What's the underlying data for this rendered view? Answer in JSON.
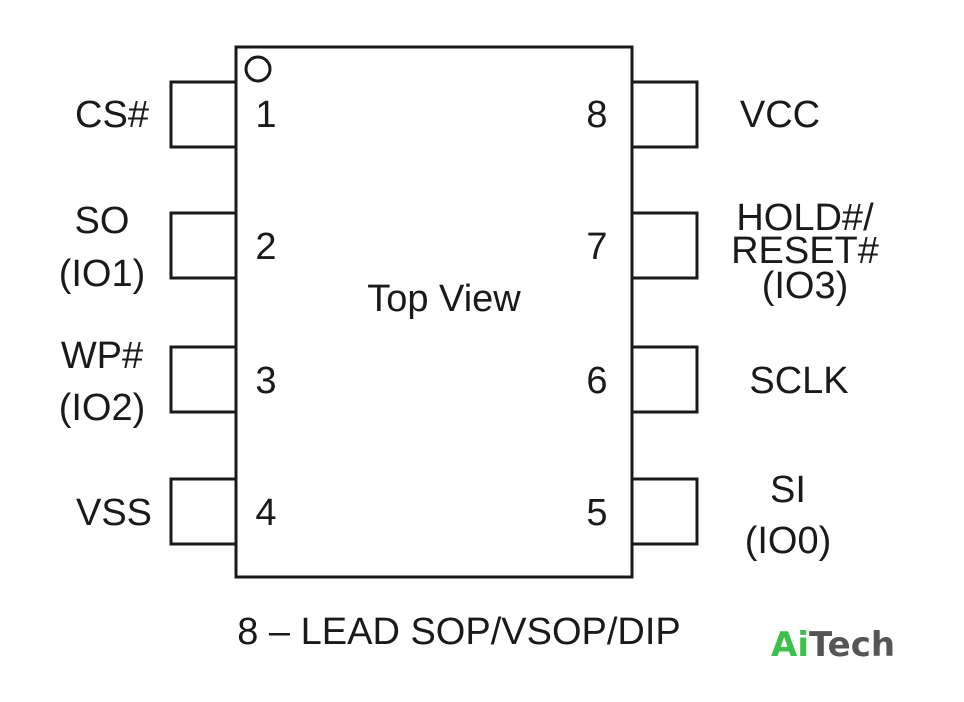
{
  "chip": {
    "center_label": "Top View",
    "package_label": "8 – LEAD SOP/VSOP/DIP"
  },
  "pins": {
    "p1": {
      "number": "1",
      "name_lines": [
        "CS#"
      ]
    },
    "p2": {
      "number": "2",
      "name_lines": [
        "SO",
        "(IO1)"
      ]
    },
    "p3": {
      "number": "3",
      "name_lines": [
        "WP#",
        "(IO2)"
      ]
    },
    "p4": {
      "number": "4",
      "name_lines": [
        "VSS"
      ]
    },
    "p5": {
      "number": "5",
      "name_lines": [
        "SI",
        "(IO0)"
      ]
    },
    "p6": {
      "number": "6",
      "name_lines": [
        "SCLK"
      ]
    },
    "p7": {
      "number": "7",
      "name_lines": [
        "HOLD#/",
        "RESET#",
        "(IO3)"
      ]
    },
    "p8": {
      "number": "8",
      "name_lines": [
        "VCC"
      ]
    }
  },
  "watermark": {
    "accent_text": "Ai",
    "text": "Tech",
    "accent_color": "#3cc04a",
    "text_color": "#555555"
  },
  "colors": {
    "outline": "#1a1a1a",
    "background": "#ffffff"
  }
}
